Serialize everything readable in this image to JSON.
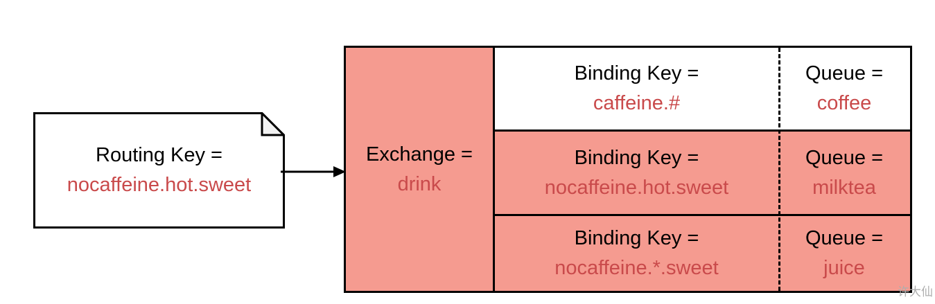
{
  "note": {
    "label": "Routing Key =",
    "value": "nocaffeine.hot.sweet"
  },
  "exchange": {
    "label": "Exchange =",
    "value": "drink"
  },
  "table": {
    "rows": [
      {
        "binding_label": "Binding Key =",
        "binding_value": "caffeine.#",
        "queue_label": "Queue =",
        "queue_value": "coffee",
        "highlighted": false
      },
      {
        "binding_label": "Binding Key =",
        "binding_value": "nocaffeine.hot.sweet",
        "queue_label": "Queue =",
        "queue_value": "milktea",
        "highlighted": true
      },
      {
        "binding_label": "Binding Key =",
        "binding_value": "nocaffeine.*.sweet",
        "queue_label": "Queue =",
        "queue_value": "juice",
        "highlighted": true
      }
    ]
  },
  "watermark": "许大仙",
  "colors": {
    "salmon_fill": "#F59B90",
    "value_red": "#C94A4B",
    "line_black": "#000000",
    "watermark_gray": "#AEAEAE",
    "note_fold_fill": "#F2F2F2"
  }
}
